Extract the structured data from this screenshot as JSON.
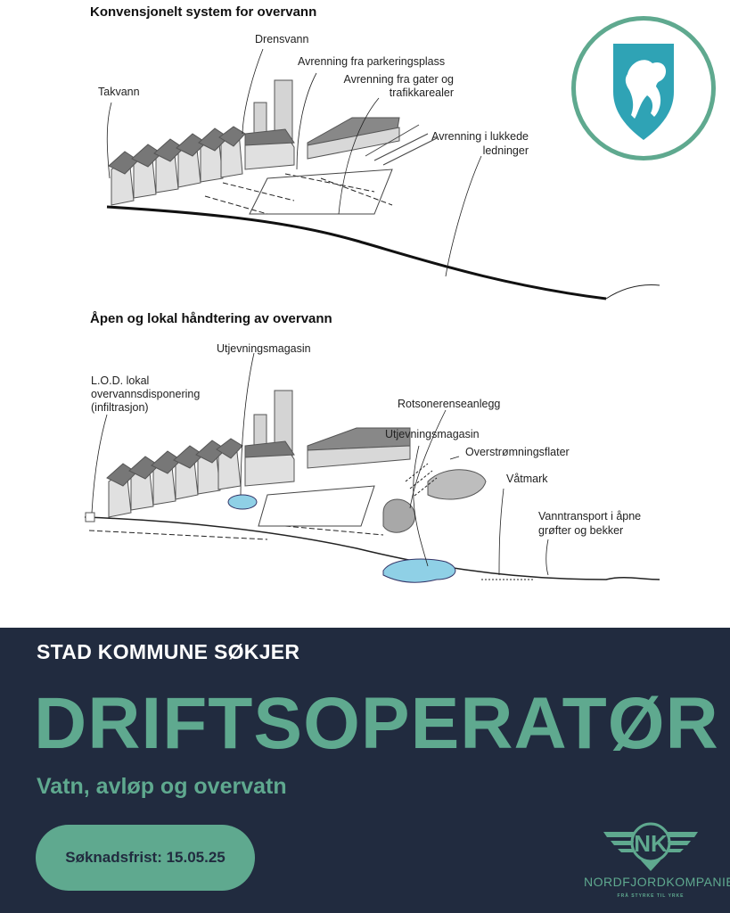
{
  "diagram": {
    "top_title": "Konvensjonelt system for overvann",
    "top_labels": {
      "drensvann": "Drensvann",
      "parkering": "Avrenning fra parkeringsplass",
      "gater_1": "Avrenning fra gater og",
      "gater_2": "trafikkarealer",
      "takvann": "Takvann",
      "lukkede_1": "Avrenning i lukkede",
      "lukkede_2": "ledninger"
    },
    "bottom_title": "Åpen og lokal håndtering av overvann",
    "bottom_labels": {
      "utjevning_1": "Utjevningsmagasin",
      "lod_1": "L.O.D. lokal",
      "lod_2": "overvannsdisponering",
      "lod_3": "(infiltrasjon)",
      "rotsone": "Rotsonerenseanlegg",
      "utjevning_2": "Utjevningsmagasin",
      "overstromning": "Overstrømningsflater",
      "vatmark": "Våtmark",
      "vanntransport_1": "Vanntransport i åpne",
      "vanntransport_2": "grøfter og bekker"
    }
  },
  "colors": {
    "navy": "#212b3f",
    "accent": "#5fa98f",
    "shield": "#2fa3b5",
    "water": "#8fd0e6"
  },
  "banner": {
    "pretitle": "STAD KOMMUNE SØKJER",
    "title": "DRIFTSOPERATØR",
    "subtitle": "Vatn, avløp og overvatn",
    "deadline": "Søknadsfrist: 15.05.25"
  },
  "partner": {
    "logo_letters": "NK",
    "name": "NORDFJORDKOMPANIET",
    "tagline": "FRÅ STYRKE TIL YRKE"
  }
}
